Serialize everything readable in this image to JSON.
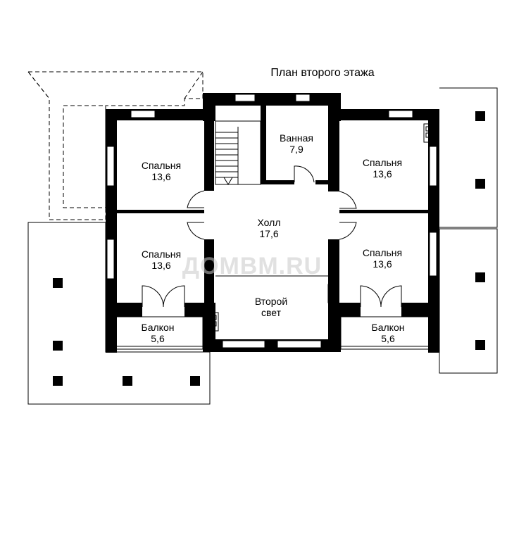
{
  "plan": {
    "title": "План второго этажа",
    "watermark": "ДОМВМ.RU",
    "rooms": {
      "bedroom_tl": {
        "name": "Спальня",
        "area": "13,6"
      },
      "bath": {
        "name": "Ванная",
        "area": "7,9"
      },
      "bedroom_tr": {
        "name": "Спальня",
        "area": "13,6"
      },
      "hall": {
        "name": "Холл",
        "area": "17,6"
      },
      "bedroom_bl": {
        "name": "Спальня",
        "area": "13,6"
      },
      "bedroom_br": {
        "name": "Спальня",
        "area": "13,6"
      },
      "second_light": {
        "name_line1": "Второй",
        "name_line2": "свет"
      },
      "balcony_l": {
        "name": "Балкон",
        "area": "5,6"
      },
      "balcony_r": {
        "name": "Балкон",
        "area": "5,6"
      }
    }
  }
}
